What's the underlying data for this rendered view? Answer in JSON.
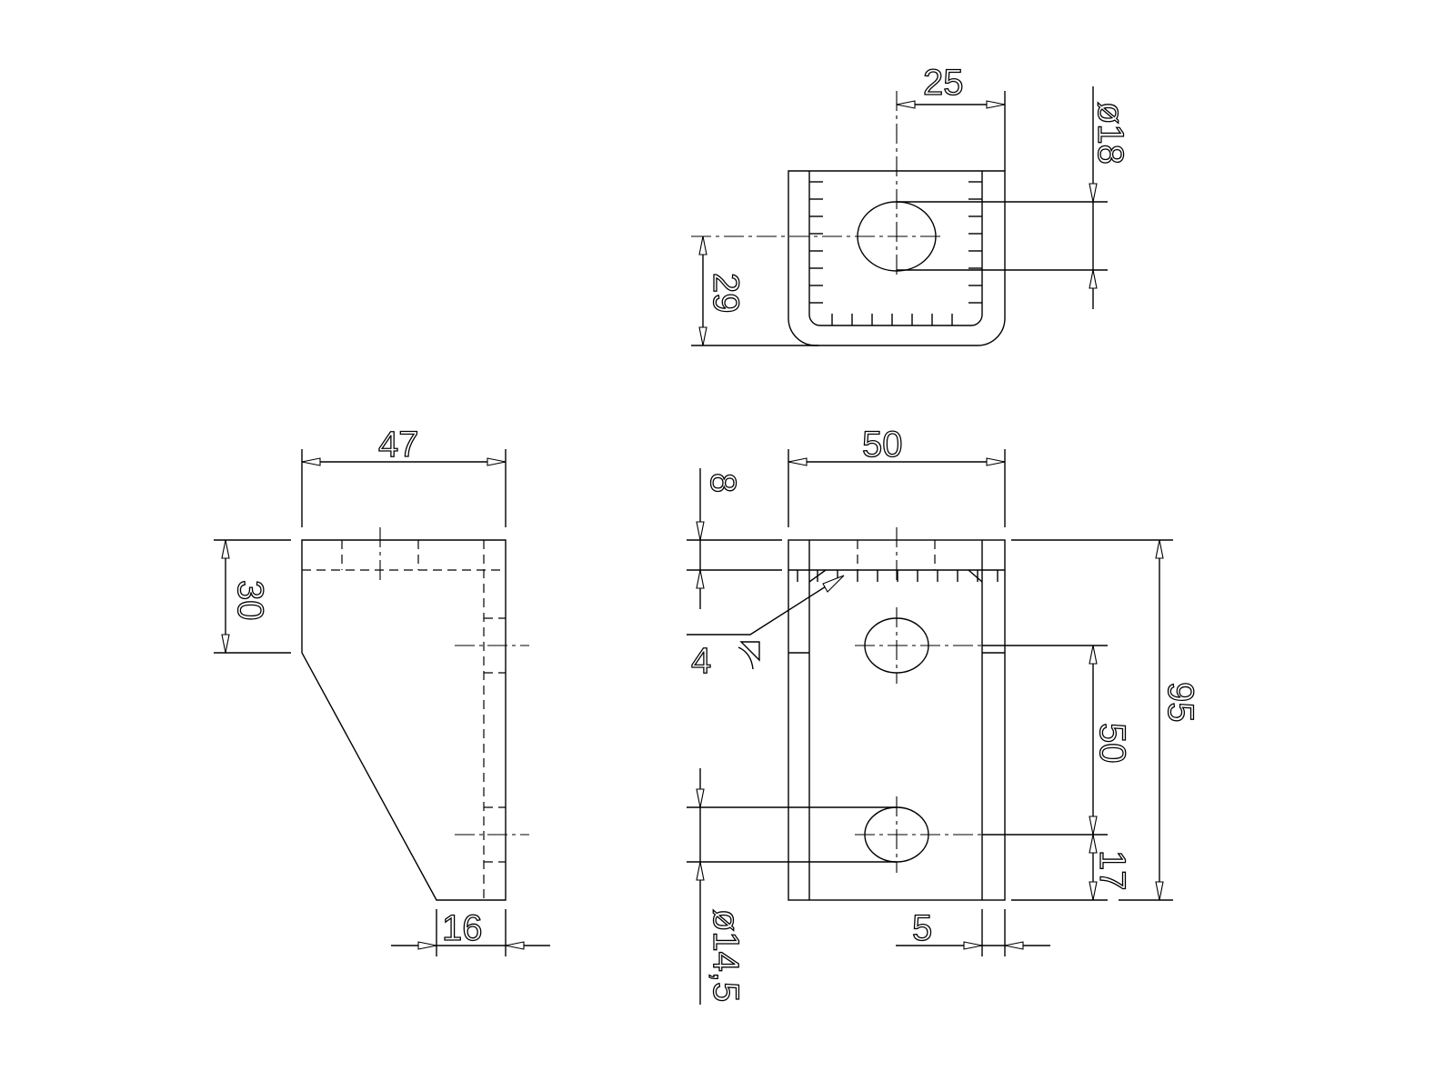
{
  "dimensions": {
    "top_width": "25",
    "top_hole_diameter": "ø18",
    "top_height": "29",
    "side_width": "47",
    "side_height": "30",
    "side_bottom": "16",
    "front_width": "50",
    "front_top": "8",
    "weld_size": "4",
    "front_height": "95",
    "hole_spacing": "50",
    "hole_bottom": "17",
    "hole_diameter": "ø14,5",
    "flange": "5"
  },
  "colors": {
    "line": "#000000",
    "background": "#ffffff"
  }
}
